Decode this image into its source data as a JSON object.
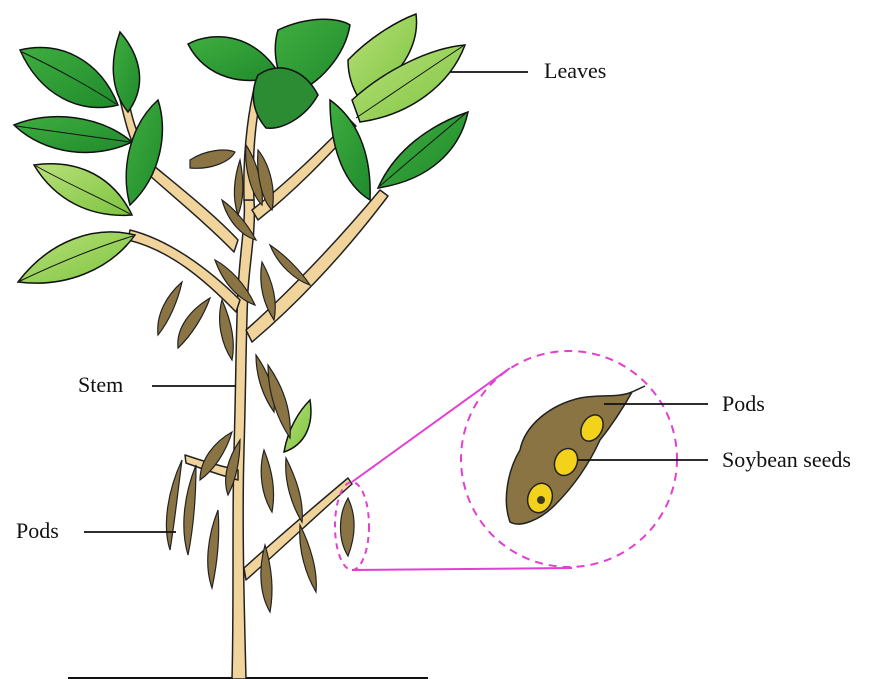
{
  "labels": {
    "leaves": "Leaves",
    "stem": "Stem",
    "pods_left": "Pods",
    "pods_right": "Pods",
    "soybean_seeds": "Soybean seeds"
  },
  "colors": {
    "stem": "#f1d49b",
    "leaf_dark": "#2e9b37",
    "leaf_light": "#9fd45a",
    "pod": "#8a7444",
    "seed": "#f2d21a",
    "zoom_circle": "#e23fd3",
    "outline": "#111111"
  }
}
